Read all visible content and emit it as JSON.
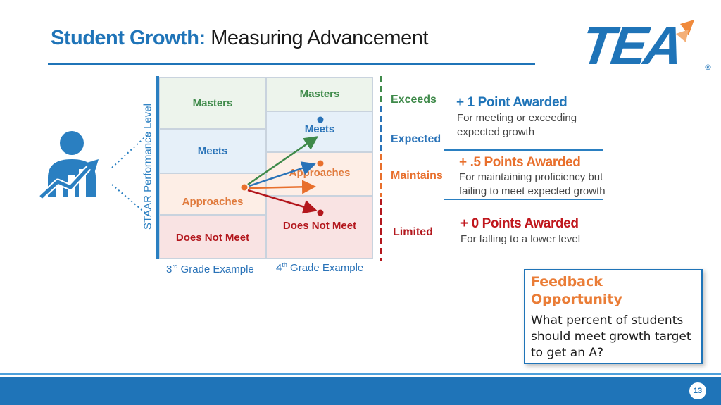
{
  "title": {
    "bold": "Student Growth:",
    "rest": " Measuring Advancement"
  },
  "logo": {
    "text": "TEA",
    "mark": "®"
  },
  "chart": {
    "y_axis_label": "STAAR Performance Level",
    "grade3": {
      "label_pre": "3",
      "label_sup": "rd",
      "label_post": " Grade Example",
      "levels": [
        "Masters",
        "Meets",
        "Approaches",
        "Does Not Meet"
      ]
    },
    "grade4": {
      "label_pre": "4",
      "label_sup": "th",
      "label_post": " Grade Example",
      "levels": [
        "Masters",
        "Meets",
        "Approaches",
        "Does Not Meet"
      ]
    }
  },
  "tiers": {
    "exceeds": "Exceeds",
    "expected": "Expected",
    "maintains": "Maintains",
    "limited": "Limited"
  },
  "points": [
    {
      "title": "+ 1 Point Awarded",
      "desc": "For meeting or exceeding expected growth",
      "color": "#1f74b8"
    },
    {
      "title": "+ .5 Points Awarded",
      "desc": "For maintaining proficiency but failing to meet expected growth",
      "color": "#e86f2c"
    },
    {
      "title": "+ 0 Points Awarded",
      "desc": "For falling to a lower level",
      "color": "#c0171d"
    }
  ],
  "feedback": {
    "title": "Feedback Opportunity",
    "text": "What percent of students should meet growth target to get an A?"
  },
  "page_number": "13",
  "colors": {
    "brand_blue": "#1f74b8",
    "green": "#3f8a4a",
    "orange": "#e86f2c",
    "red": "#b3171d"
  },
  "icons": [
    "student-growth-icon"
  ]
}
